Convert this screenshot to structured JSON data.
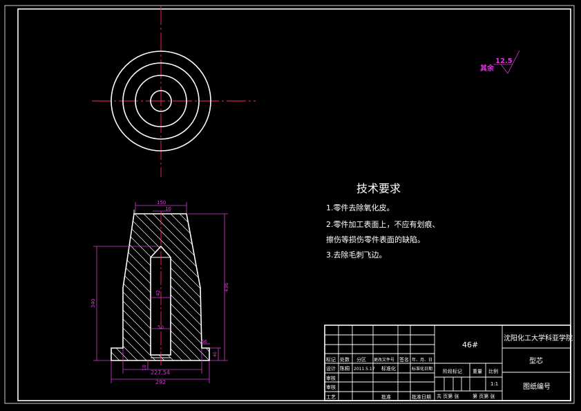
{
  "colors": {
    "background": "#000000",
    "outline": "#ffffff",
    "centerline": "#ff2a5a",
    "dimension": "#d93bd9"
  },
  "tech_requirements": {
    "title": "技术要求",
    "items": [
      "1.零件去除氧化皮。",
      "2.零件加工表面上，不应有划痕、",
      "擦伤等损伤零件表面的缺陷。",
      "3.去除毛刺飞边。"
    ]
  },
  "roughness": {
    "value": "12.5",
    "label": "其余"
  },
  "dimensions": {
    "top_width": "150",
    "top_hole": "10",
    "height_right": "436",
    "height_left": "340",
    "bore": "42",
    "bore_depth": "50",
    "chamfer": "66",
    "flange_h": "40",
    "bottom_small": "10",
    "inner_width": "227.54",
    "base_width": "292"
  },
  "title_block": {
    "part_no": "46#",
    "university": "沈阳化工大学科亚学院",
    "part_name": "型芯",
    "drawing_no_label": "图纸编号",
    "stage_mark_label": "阶段标记",
    "weight_label": "重量",
    "scale_label": "比例",
    "scale_value": "1:1",
    "sheet_text": "共  页第  张",
    "sheet_text2": "第  页第  张",
    "rows": {
      "r1": [
        "标记",
        "处数",
        "分区",
        "更改文件号",
        "签名",
        "年、月、日"
      ],
      "r2": [
        "设计",
        "陈桐",
        "2011.5.17",
        "标准化",
        "",
        "标准化日期"
      ],
      "r3": [
        "审核"
      ],
      "r4": [
        "审核"
      ],
      "r5": [
        "工艺",
        "",
        "",
        "批准",
        "批准日期"
      ]
    }
  }
}
